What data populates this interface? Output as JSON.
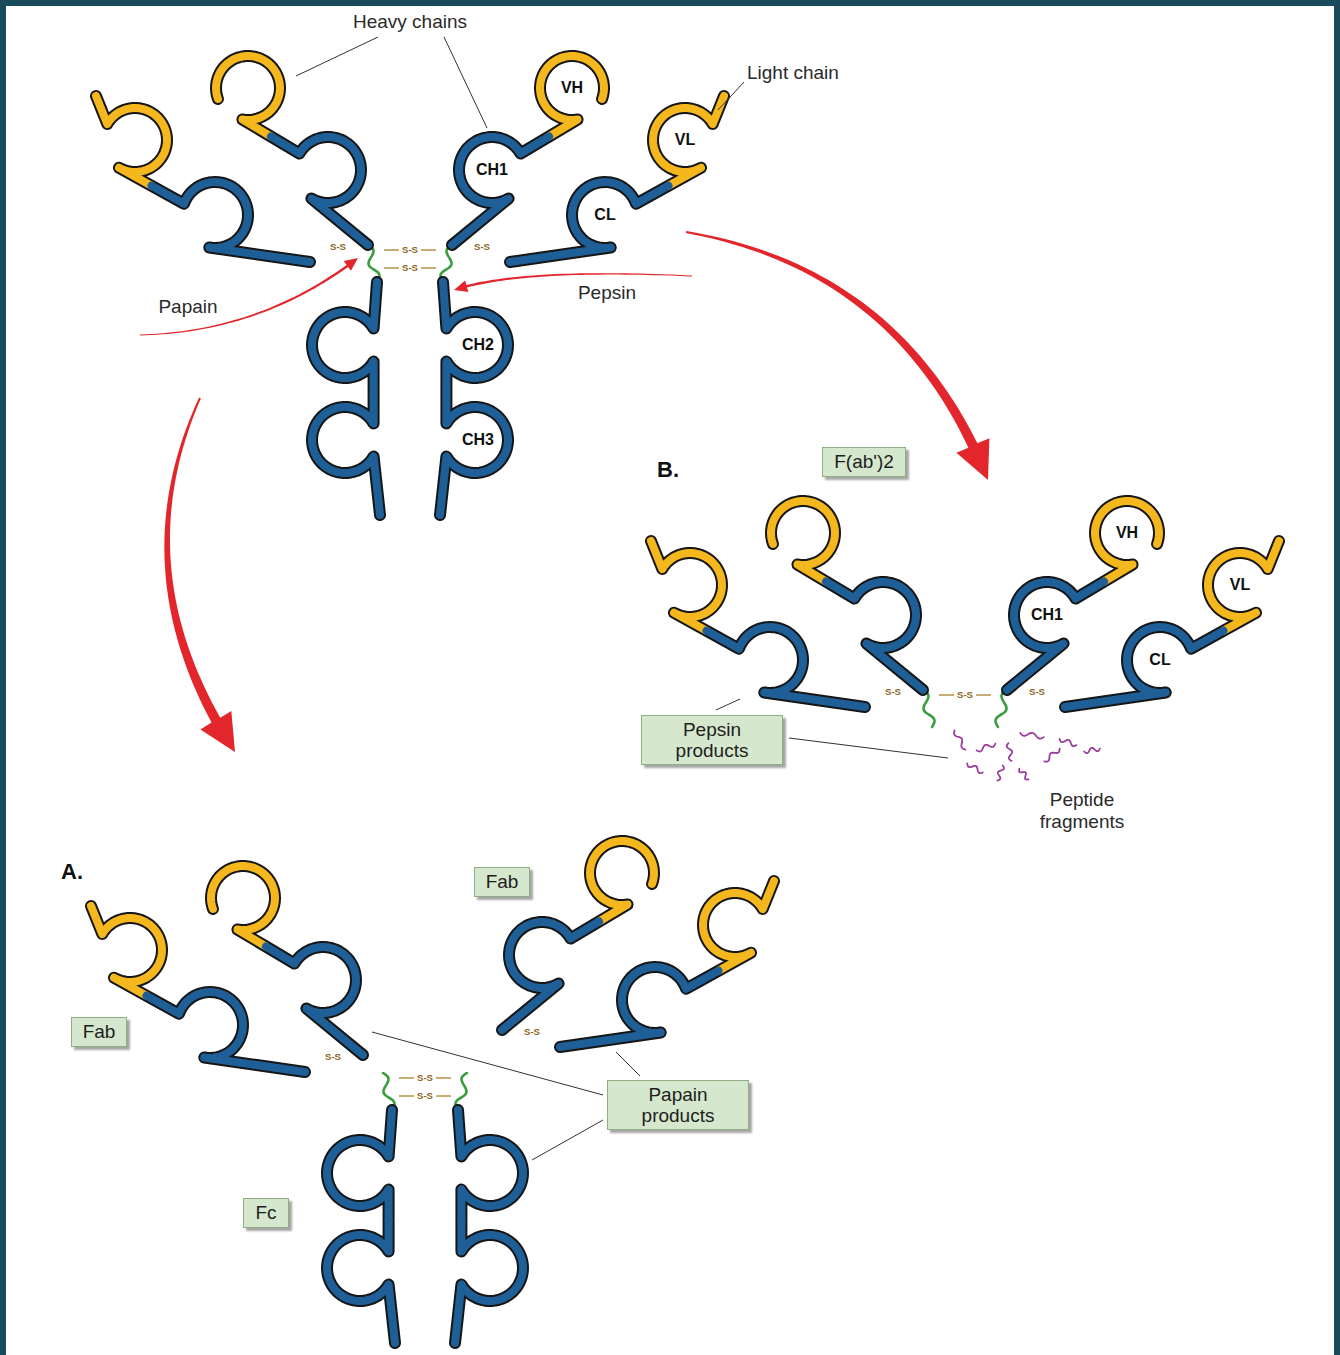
{
  "diagram": {
    "nodes": [
      {
        "text": [
          "F(ab')2"
        ]
      },
      {
        "text": [
          "Pepsin products"
        ]
      },
      {
        "text": [
          "Fab"
        ]
      },
      {
        "text": [
          "Fab"
        ]
      },
      {
        "text": [
          "Papain products"
        ]
      },
      {
        "text": [
          "Fc"
        ]
      }
    ],
    "labels": [
      "Heavy chains",
      "Light chain",
      "VH",
      "VL",
      "CH1",
      "CL",
      "CH2",
      "CH3",
      "Papain",
      "Pepsin",
      "B.",
      "VH",
      "VL",
      "CH1",
      "CL",
      "Peptide fragments",
      "A.",
      "S-S",
      "S-S",
      "S-S",
      "S-S",
      "S-S",
      "S-S",
      "S-S",
      "S-S",
      "S-S",
      "S-S",
      "S-S"
    ]
  }
}
